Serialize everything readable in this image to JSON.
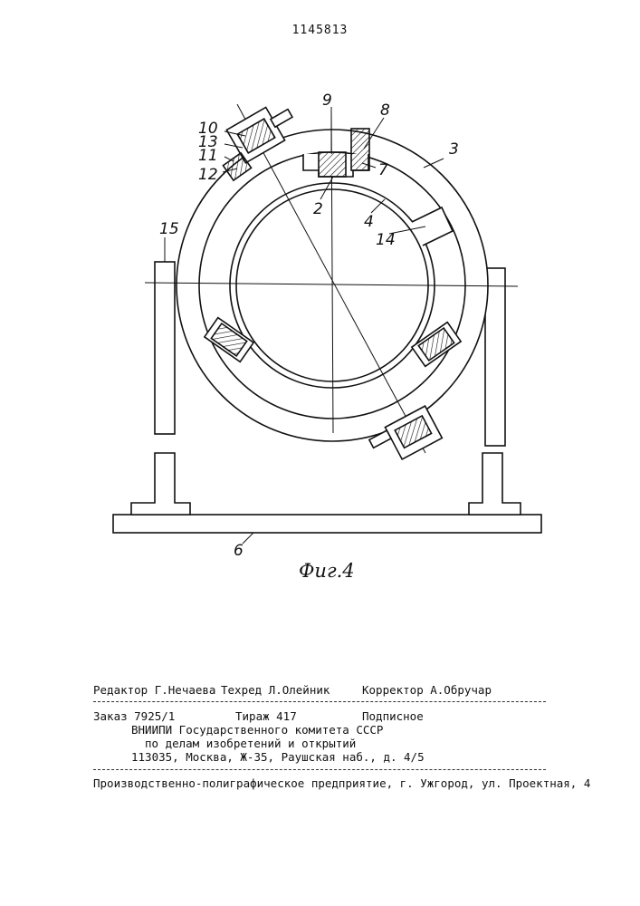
{
  "page_number": "1145813",
  "figure": {
    "caption": "Фиг.4",
    "labels": {
      "l2": "2",
      "l3": "3",
      "l4": "4",
      "l6": "6",
      "l7": "7",
      "l8": "8",
      "l9": "9",
      "l10": "10",
      "l11": "11",
      "l12": "12",
      "l13": "13",
      "l14": "14",
      "l15": "15"
    }
  },
  "footer": {
    "editor": "Редактор Г.Нечаева",
    "techred": "Техред Л.Олейник",
    "corrector": "Корректор А.Обручар",
    "order": "Заказ 7925/1",
    "circulation": "Тираж 417",
    "subscription": "Подписное",
    "org1": "ВНИИПИ Государственного комитета СССР",
    "org2": "по делам изобретений и открытий",
    "address": "113035, Москва, Ж-35, Раушская наб., д. 4/5",
    "printer": "Производственно-полиграфическое предприятие, г. Ужгород, ул. Проектная, 4"
  }
}
